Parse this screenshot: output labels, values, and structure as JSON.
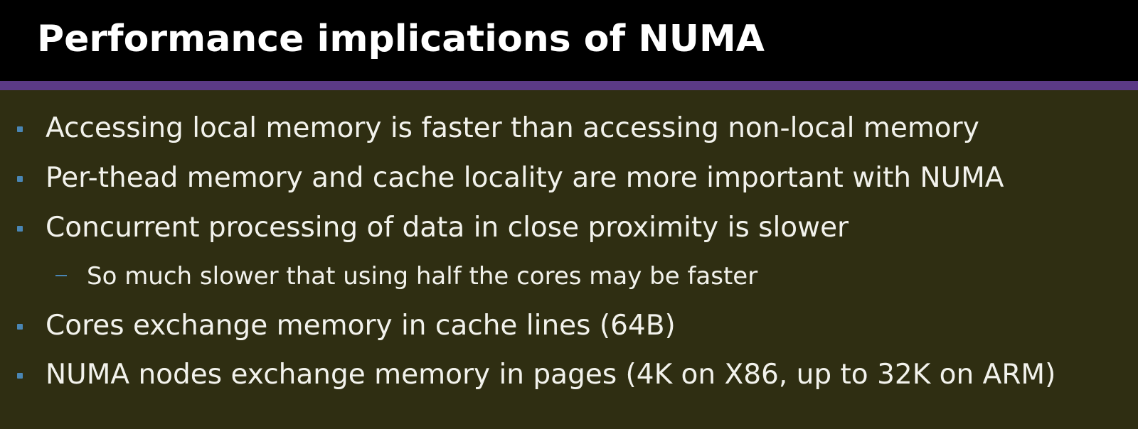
{
  "slide": {
    "title": "Performance implications of NUMA",
    "bullets": [
      {
        "level": 1,
        "text": "Accessing local memory is faster than accessing non-local memory"
      },
      {
        "level": 1,
        "text": "Per-thead memory and cache locality are more important with NUMA"
      },
      {
        "level": 1,
        "text": "Concurrent processing of data in close proximity is slower"
      },
      {
        "level": 2,
        "text": "So much slower that using half the cores may be faster"
      },
      {
        "level": 1,
        "text": "Cores exchange memory in cache lines (64B)"
      },
      {
        "level": 1,
        "text": "NUMA nodes exchange memory in pages (4K on X86, up to 32K on ARM)"
      }
    ]
  },
  "colors": {
    "title_background": "#000000",
    "accent_bar": "#5b3a86",
    "content_background": "#2f2e12",
    "bullet_marker": "#4a86b4",
    "text": "#f2f2ec"
  }
}
